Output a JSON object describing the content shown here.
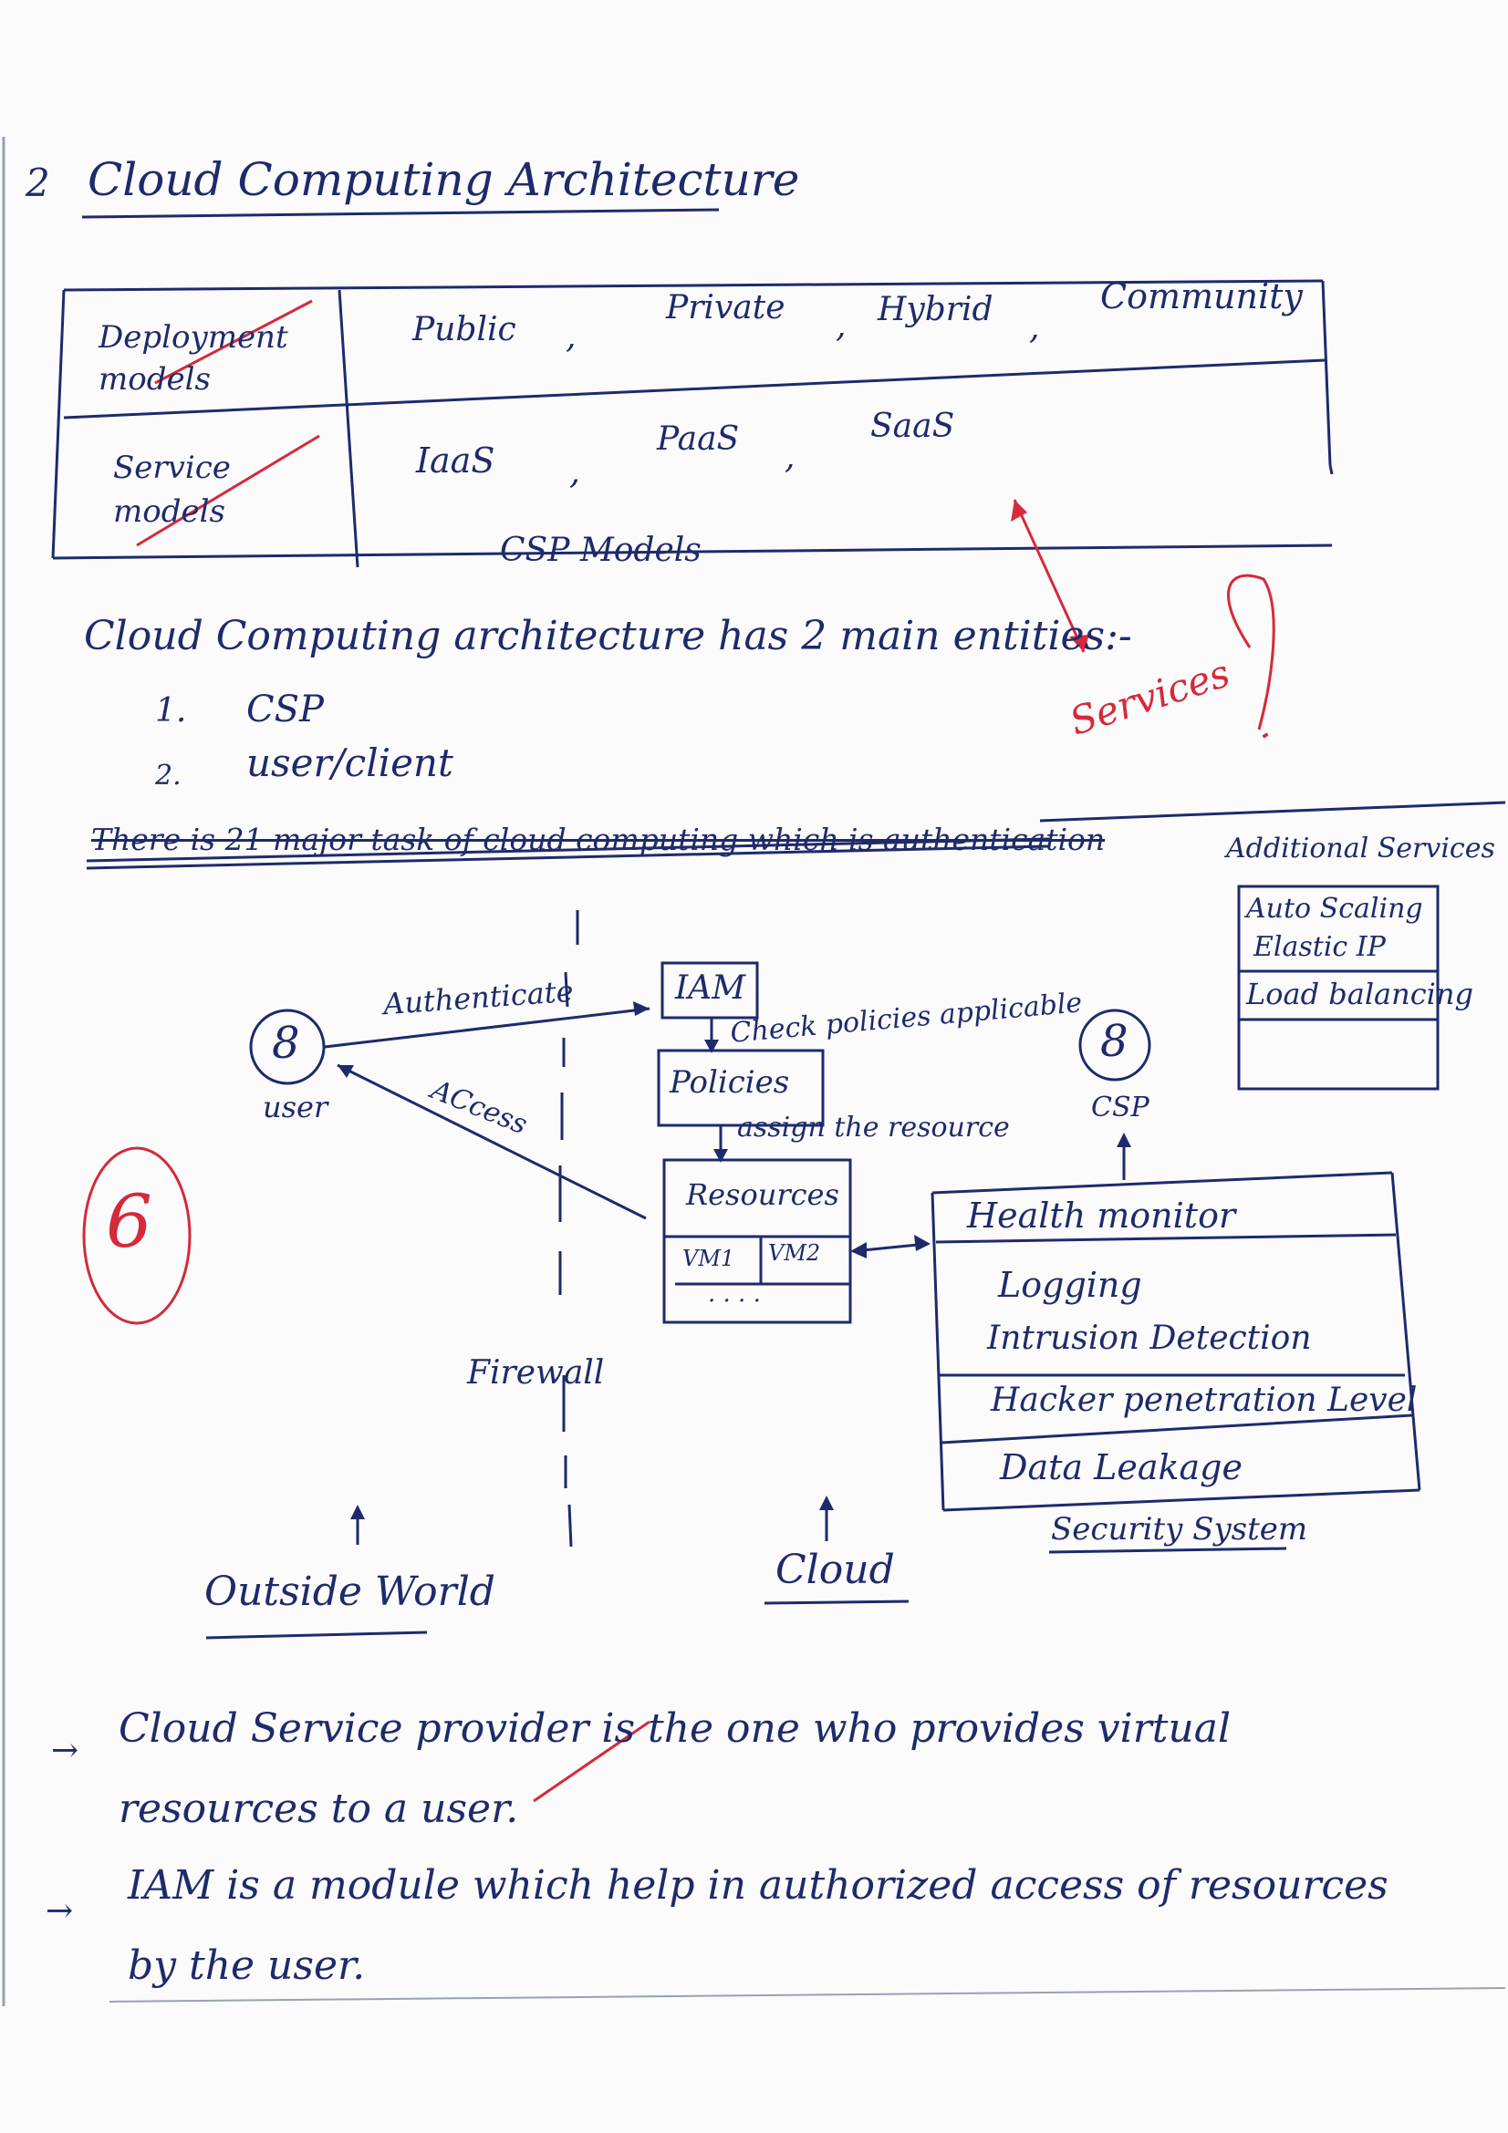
{
  "page": {
    "number": "2",
    "title": "Cloud Computing Architecture"
  },
  "models_table": {
    "rows": [
      {
        "label": "Deployment models",
        "items": [
          "Public",
          ",",
          "Private",
          ",",
          "Hybrid",
          ",",
          "Community"
        ]
      },
      {
        "label": "Service models",
        "items": [
          "IaaS",
          ",",
          "PaaS",
          ",",
          "SaaS"
        ]
      }
    ],
    "caption": "CSP Models",
    "annotation": "Services"
  },
  "entities": {
    "intro": "Cloud Computing architecture has 2 main entities:-",
    "list": [
      {
        "num": "1.",
        "text": "CSP"
      },
      {
        "num": "2.",
        "text": "user/client"
      }
    ],
    "struck_text": "There is 21 major task of cloud computing which is authentication"
  },
  "diagram": {
    "user_label": "user",
    "csp_label": "CSP",
    "authenticate": "Authenticate",
    "access": "ACcess",
    "iam": "IAM",
    "check": "Check policies applicable",
    "policies": "Policies",
    "assign": "assign the resource",
    "resources": "Resources",
    "vm1": "VM1",
    "vm2": "VM2",
    "dots": ". . . .",
    "firewall": "Firewall",
    "outside": "Outside World",
    "cloud": "Cloud",
    "security_items": [
      "Health monitor",
      "Logging",
      "Intrusion Detection",
      "Hacker penetration Level",
      "Data Leakage"
    ],
    "security_title": "Security System",
    "additional_title": "Additional Services",
    "additional_items": [
      "Auto Scaling",
      "Elastic IP",
      "Load balancing"
    ],
    "grade": "6"
  },
  "notes": [
    {
      "arrow": "→",
      "text": "Cloud Service provider is the one who provides virtual resources to a user."
    },
    {
      "arrow": "→",
      "text": "IAM is a module which help in authorized access of resources by the user."
    }
  ]
}
